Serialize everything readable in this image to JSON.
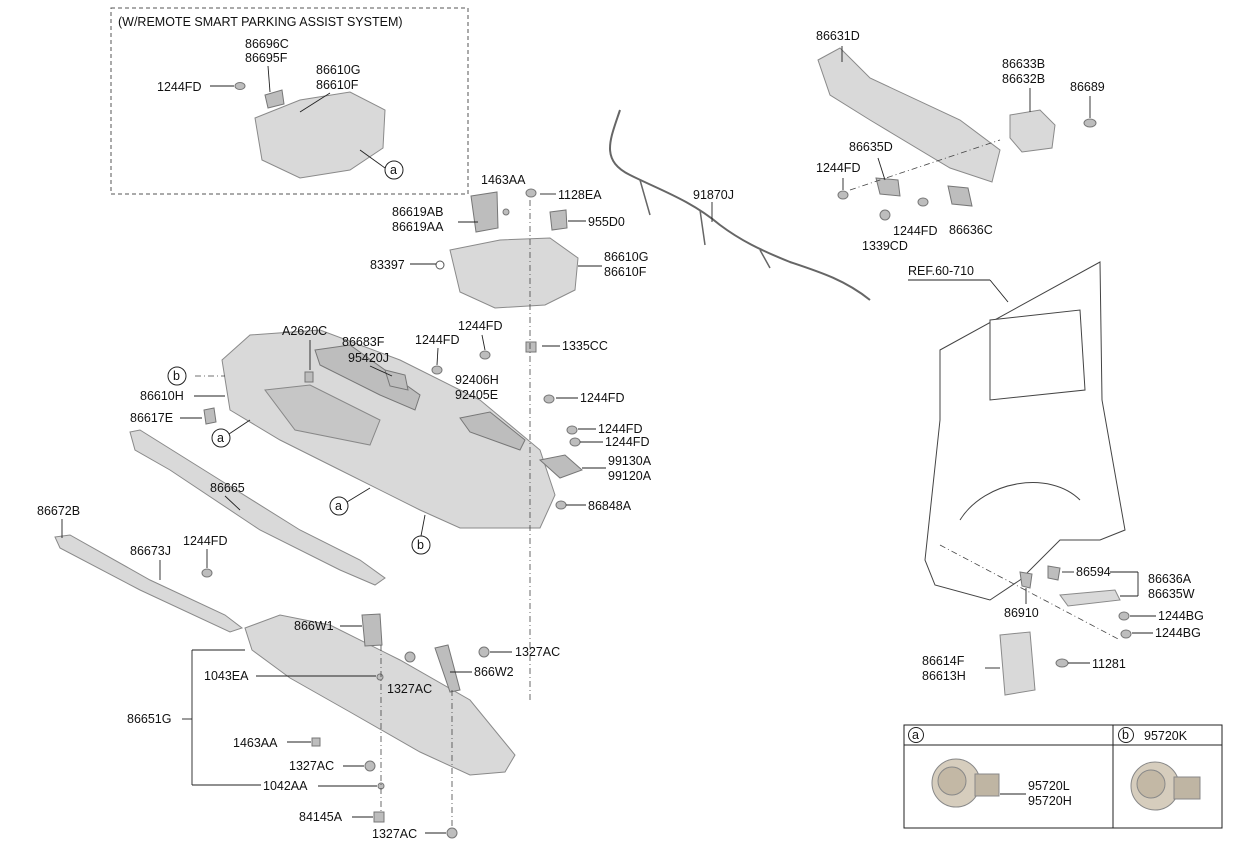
{
  "inset_title": "(W/REMOTE SMART PARKING ASSIST SYSTEM)",
  "ref_note": "REF.60-710",
  "callouts": {
    "inset_a": "a",
    "main_a1": "a",
    "main_a2": "a",
    "main_b1": "b",
    "main_b2": "b"
  },
  "parts": {
    "p86696C": "86696C",
    "p86695F": "86695F",
    "p1244FD_inset": "1244FD",
    "p86610G_inset": "86610G",
    "p86610F_inset": "86610F",
    "p1463AA_top": "1463AA",
    "p1128EA": "1128EA",
    "p86619AB": "86619AB",
    "p86619AA": "86619AA",
    "p955D0": "955D0",
    "p83397": "83397",
    "p86610G": "86610G",
    "p86610F": "86610F",
    "p91870J": "91870J",
    "p86631D": "86631D",
    "p86633B": "86633B",
    "p86632B": "86632B",
    "p86689": "86689",
    "p86635D": "86635D",
    "p1244FD_r1": "1244FD",
    "p1244FD_r2": "1244FD",
    "p1339CD": "1339CD",
    "p86636C": "86636C",
    "pA2620C": "A2620C",
    "p86683F": "86683F",
    "p1244FD_c1": "1244FD",
    "p1244FD_c2": "1244FD",
    "p95420J": "95420J",
    "p1335CC": "1335CC",
    "p86610H": "86610H",
    "p92406H": "92406H",
    "p92405E": "92405E",
    "p1244FD_c3": "1244FD",
    "p86617E": "86617E",
    "p1244FD_c4": "1244FD",
    "p1244FD_c5": "1244FD",
    "p99130A": "99130A",
    "p99120A": "99120A",
    "p86665": "86665",
    "p86848A": "86848A",
    "p86672B": "86672B",
    "p1244FD_l": "1244FD",
    "p86673J": "86673J",
    "p866W1": "866W1",
    "p1327AC_1": "1327AC",
    "p866W2": "866W2",
    "p1043EA": "1043EA",
    "p1327AC_2": "1327AC",
    "p86651G": "86651G",
    "p1463AA_b": "1463AA",
    "p1327AC_3": "1327AC",
    "p1042AA": "1042AA",
    "p84145A": "84145A",
    "p1327AC_4": "1327AC",
    "p86594": "86594",
    "p86636A": "86636A",
    "p86635W": "86635W",
    "p86910": "86910",
    "p1244BG_1": "1244BG",
    "p1244BG_2": "1244BG",
    "p86614F": "86614F",
    "p86613H": "86613H",
    "p11281": "11281"
  },
  "table": {
    "a_label": "a",
    "b_label": "b",
    "b_part": "95720K",
    "a_part1": "95720L",
    "a_part2": "95720H"
  }
}
